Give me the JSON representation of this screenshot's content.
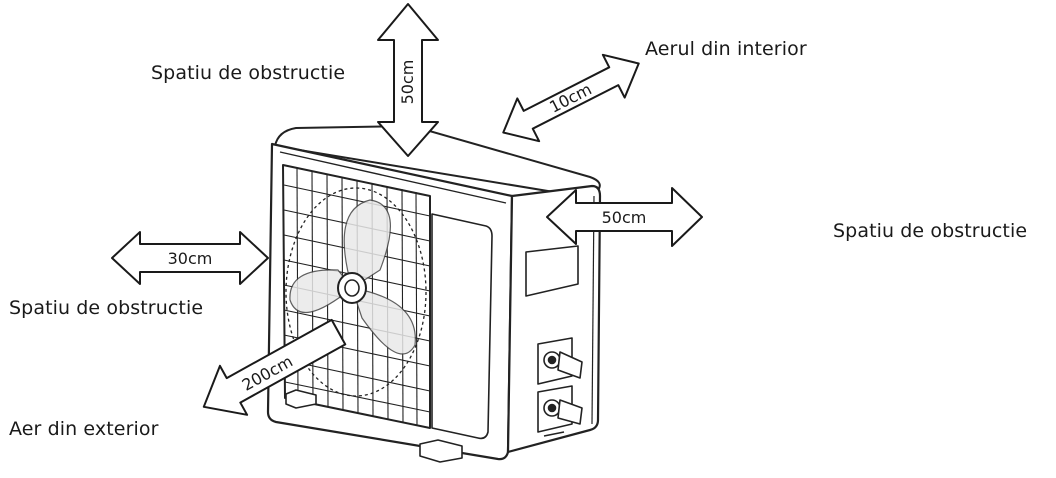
{
  "labels": {
    "top_left_obstruction": "Spatiu de obstructie",
    "indoor_air": "Aerul din interior",
    "right_obstruction": "Spatiu de obstructie",
    "left_obstruction": "Spatiu de obstructie",
    "outdoor_air": "Aer din exterior"
  },
  "clearances": {
    "top": "50cm",
    "back": "10cm",
    "right": "50cm",
    "left": "30cm",
    "front": "200cm"
  }
}
